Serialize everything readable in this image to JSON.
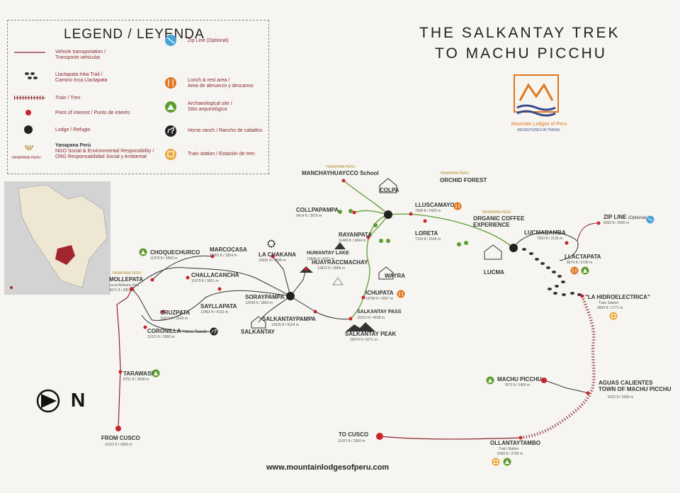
{
  "title": {
    "line1": "THE SALKANTAY TREK",
    "line2": "TO MACHU PICCHU"
  },
  "legend": {
    "heading": "LEGEND / LEYENDA",
    "items": [
      {
        "a": "Vehicle transportation /",
        "b": "Transporte vehicular"
      },
      {
        "a": "Llactapata Inka Trail /",
        "b": "Camino Inca Llactapata"
      },
      {
        "a": "Train / Tren",
        "b": ""
      },
      {
        "a": "Point of interest / Punto de interés",
        "b": ""
      },
      {
        "a": "Lodge / Refugio",
        "b": ""
      },
      {
        "a": "Yanapana Perú",
        "b": "NGO Social & Environmental Responsibility /",
        "c": "ONG Responsabilidad Social y Ambiental"
      },
      {
        "a": "Zip Line (Optional)",
        "b": ""
      },
      {
        "a": "Lunch & rest area /",
        "b": "Area de almuerzo y descanso"
      },
      {
        "a": "Archaeological site /",
        "b": "Sitio arqueológico"
      },
      {
        "a": "Horse ranch / Rancho de caballos",
        "b": ""
      },
      {
        "a": "Train station / Estación de tren",
        "b": ""
      }
    ]
  },
  "brand": {
    "name": "Mountain Lodges of Peru",
    "tag": "ADVENTURES IN TRAVEL",
    "url": "www.mountainlodgesofperu.com",
    "yanapana": "YANAPANA PERU"
  },
  "north": "N",
  "places": {
    "from_cusco": {
      "n": "FROM CUSCO",
      "e": "11021 ft / 3360 m"
    },
    "tarawasi": {
      "n": "TARAWASI",
      "e": "8751 ft / 2668 m"
    },
    "mollepata": {
      "n": "MOLLEPATA",
      "s": "Local Artisans Visit",
      "e": "9371 ft / 2857 m"
    },
    "choquechurco": {
      "n": "CHOQUECHURCO",
      "e": "11975 ft / 3650 m"
    },
    "marcocasa": {
      "n": "MARCOCASA",
      "e": "11001 ft / 3354 m"
    },
    "challacancha": {
      "n": "CHALLACANCHA",
      "e": "11979 ft / 3651 m"
    },
    "cruzpata": {
      "n": "CRUZPATA",
      "e": "10312 ft / 3143 m"
    },
    "sayllapata": {
      "n": "SAYLLAPATA",
      "e": "13461 ft / 4103 m"
    },
    "coronilla": {
      "n": "CORONILLA",
      "s": "Horse Ranch",
      "e": "11021 ft / 3360 m"
    },
    "soraypampa": {
      "n": "SORAYPAMPA",
      "e": "12690 ft / 3869 m"
    },
    "la_chakana": {
      "n": "LA CHAKANA",
      "e": "15091 ft / 4600 m"
    },
    "humantay": {
      "n": "HUMANTAY LAKE",
      "e": "13845 ft / 4221 m"
    },
    "huayraccmachay": {
      "n": "HUAYRACCMACHAY",
      "e": "12812 ft / 3906 m"
    },
    "salkantay": {
      "n": "SALKANTAY"
    },
    "salkantaypampa": {
      "n": "SALKANTAYPAMPA",
      "e": "13625 ft / 4154 m"
    },
    "salkantay_pass": {
      "n": "SALKANTAY PASS",
      "e": "15213 ft / 4638 m"
    },
    "salkantay_peak": {
      "n": "SALKANTAY PEAK",
      "e": "20574 ft / 6271 m"
    },
    "ichupata": {
      "n": "ICHUPATA",
      "e": "13799 ft / 4207 m"
    },
    "wayra": {
      "n": "WAYRA"
    },
    "rayanpata": {
      "n": "RAYANPATA",
      "e": "11460 ft / 3494 m"
    },
    "collpapampa": {
      "n": "COLLPAPAMPA",
      "e": "9414 ft / 2870 m"
    },
    "manchay": {
      "n": "MANCHAYHUAYCCO School"
    },
    "colpa": {
      "n": "COLPA"
    },
    "lluscamayo": {
      "n": "LLUSCAMAYO",
      "e": "7938 ft / 2420 m"
    },
    "loreta": {
      "n": "LORETA",
      "e": "7104 ft / 2166 m"
    },
    "orchid": {
      "n": "ORCHID FOREST"
    },
    "organic": {
      "n": "ORGANIC COFFEE",
      "n2": "EXPERIENCE"
    },
    "lucmabamba": {
      "n": "LUCMABAMBA",
      "e": "7003 ft / 2135 m"
    },
    "lucma": {
      "n": "LUCMA"
    },
    "llactapata": {
      "n": "LLACTAPATA",
      "e": "8974 ft / 2736 m"
    },
    "zipline": {
      "n": "ZIP LINE",
      "s": "(Optional)",
      "e": "6563 ft / 2000 m"
    },
    "hidro": {
      "n": "\"LA HIDROELECTRICA\"",
      "s": "Train Station",
      "e": "5809 ft / 1771 m"
    },
    "machu": {
      "n": "MACHU PICCHU",
      "e": "7872 ft / 2400 m"
    },
    "aguas": {
      "n": "AGUAS CALIENTES",
      "n2": "TOWN OF MACHU PICCHU",
      "e": "6232 ft / 1900 m"
    },
    "to_cusco": {
      "n": "TO CUSCO",
      "e": "11021 ft / 3360 m"
    },
    "ollantaytambo": {
      "n": "OLLANTAYTAMBO",
      "s": "Train Station",
      "e": "9160 ft / 2792 m"
    }
  },
  "colors": {
    "red": "#c8242a",
    "lodge": "#222222",
    "trail": "#333333",
    "road": "#8a2630",
    "green": "#5e9c2f",
    "orange": "#e1761e",
    "blue": "#3a4b86"
  }
}
